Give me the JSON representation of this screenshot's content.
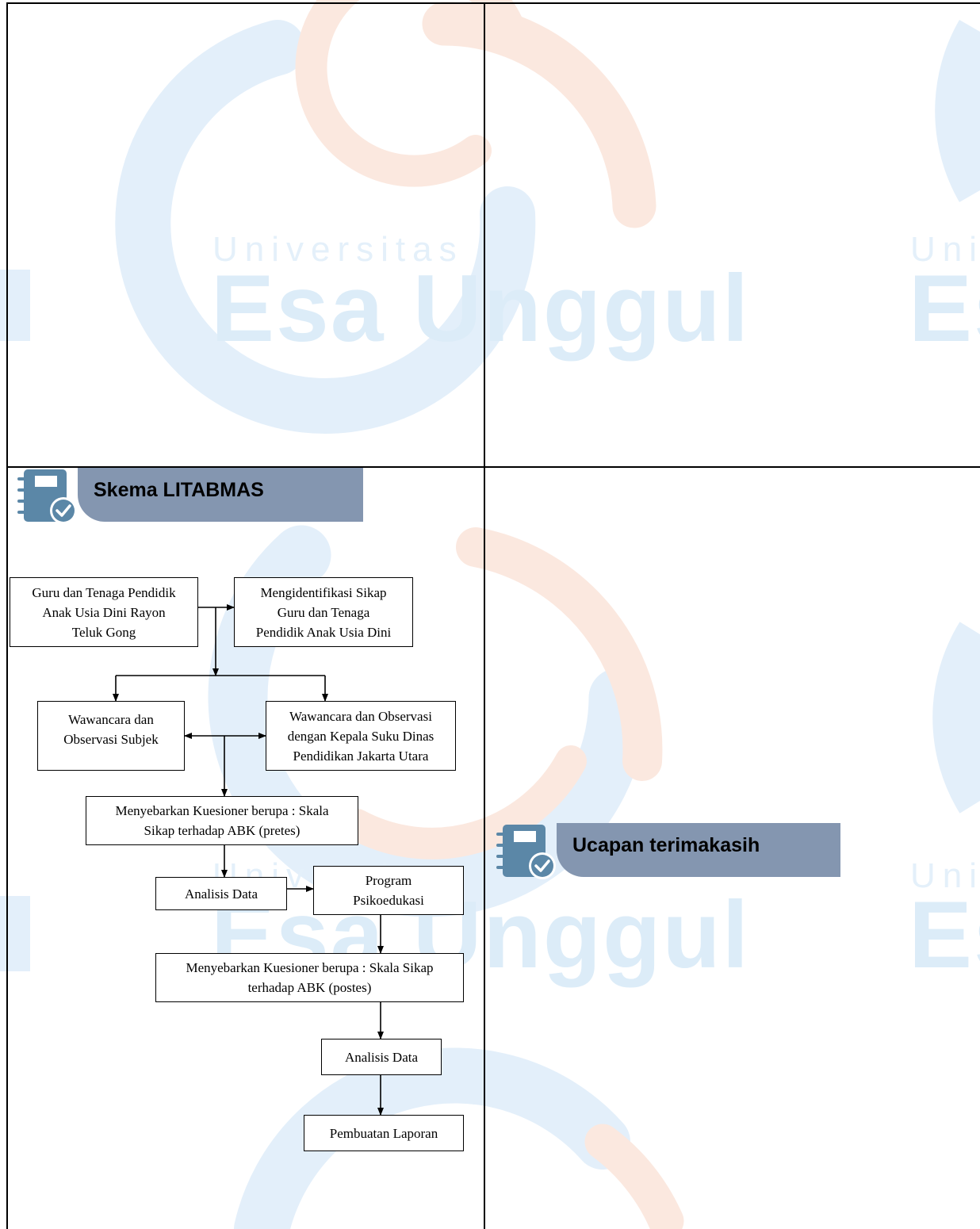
{
  "watermark": {
    "line1": "Universitas",
    "line2": "Esa Unggul"
  },
  "colors": {
    "header_bar": "#8496b0",
    "icon": "#5b87a7",
    "watermark_text": "#dcecf8",
    "watermark_ring_blue": "#e3effa",
    "watermark_ring_orange": "#fbe8df"
  },
  "sections": {
    "skema": {
      "title": "Skema LITABMAS",
      "icon": "notebook-check-icon"
    },
    "ucapan": {
      "title": "Ucapan terimakasih",
      "icon": "notebook-check-icon"
    }
  },
  "flowchart": {
    "nodes": {
      "guru": "Guru dan Tenaga Pendidik\nAnak Usia Dini Rayon\nTeluk Gong",
      "identifikasi": "Mengidentifikasi Sikap\nGuru dan Tenaga\nPendidik Anak Usia Dini",
      "wawancara_subjek": "Wawancara dan\nObservasi Subjek",
      "wawancara_dinas": "Wawancara  dan Observasi\ndengan Kepala Suku Dinas\nPendidikan  Jakarta Utara",
      "kuesioner_pretes": "Menyebarkan Kuesioner berupa : Skala\nSikap terhadap ABK (pretes)",
      "analisis1": "Analisis Data",
      "psikoedukasi": "Program\nPsikoedukasi",
      "kuesioner_postes": "Menyebarkan Kuesioner berupa : Skala Sikap\nterhadap ABK (postes)",
      "analisis2": "Analisis Data",
      "laporan": "Pembuatan Laporan"
    }
  }
}
